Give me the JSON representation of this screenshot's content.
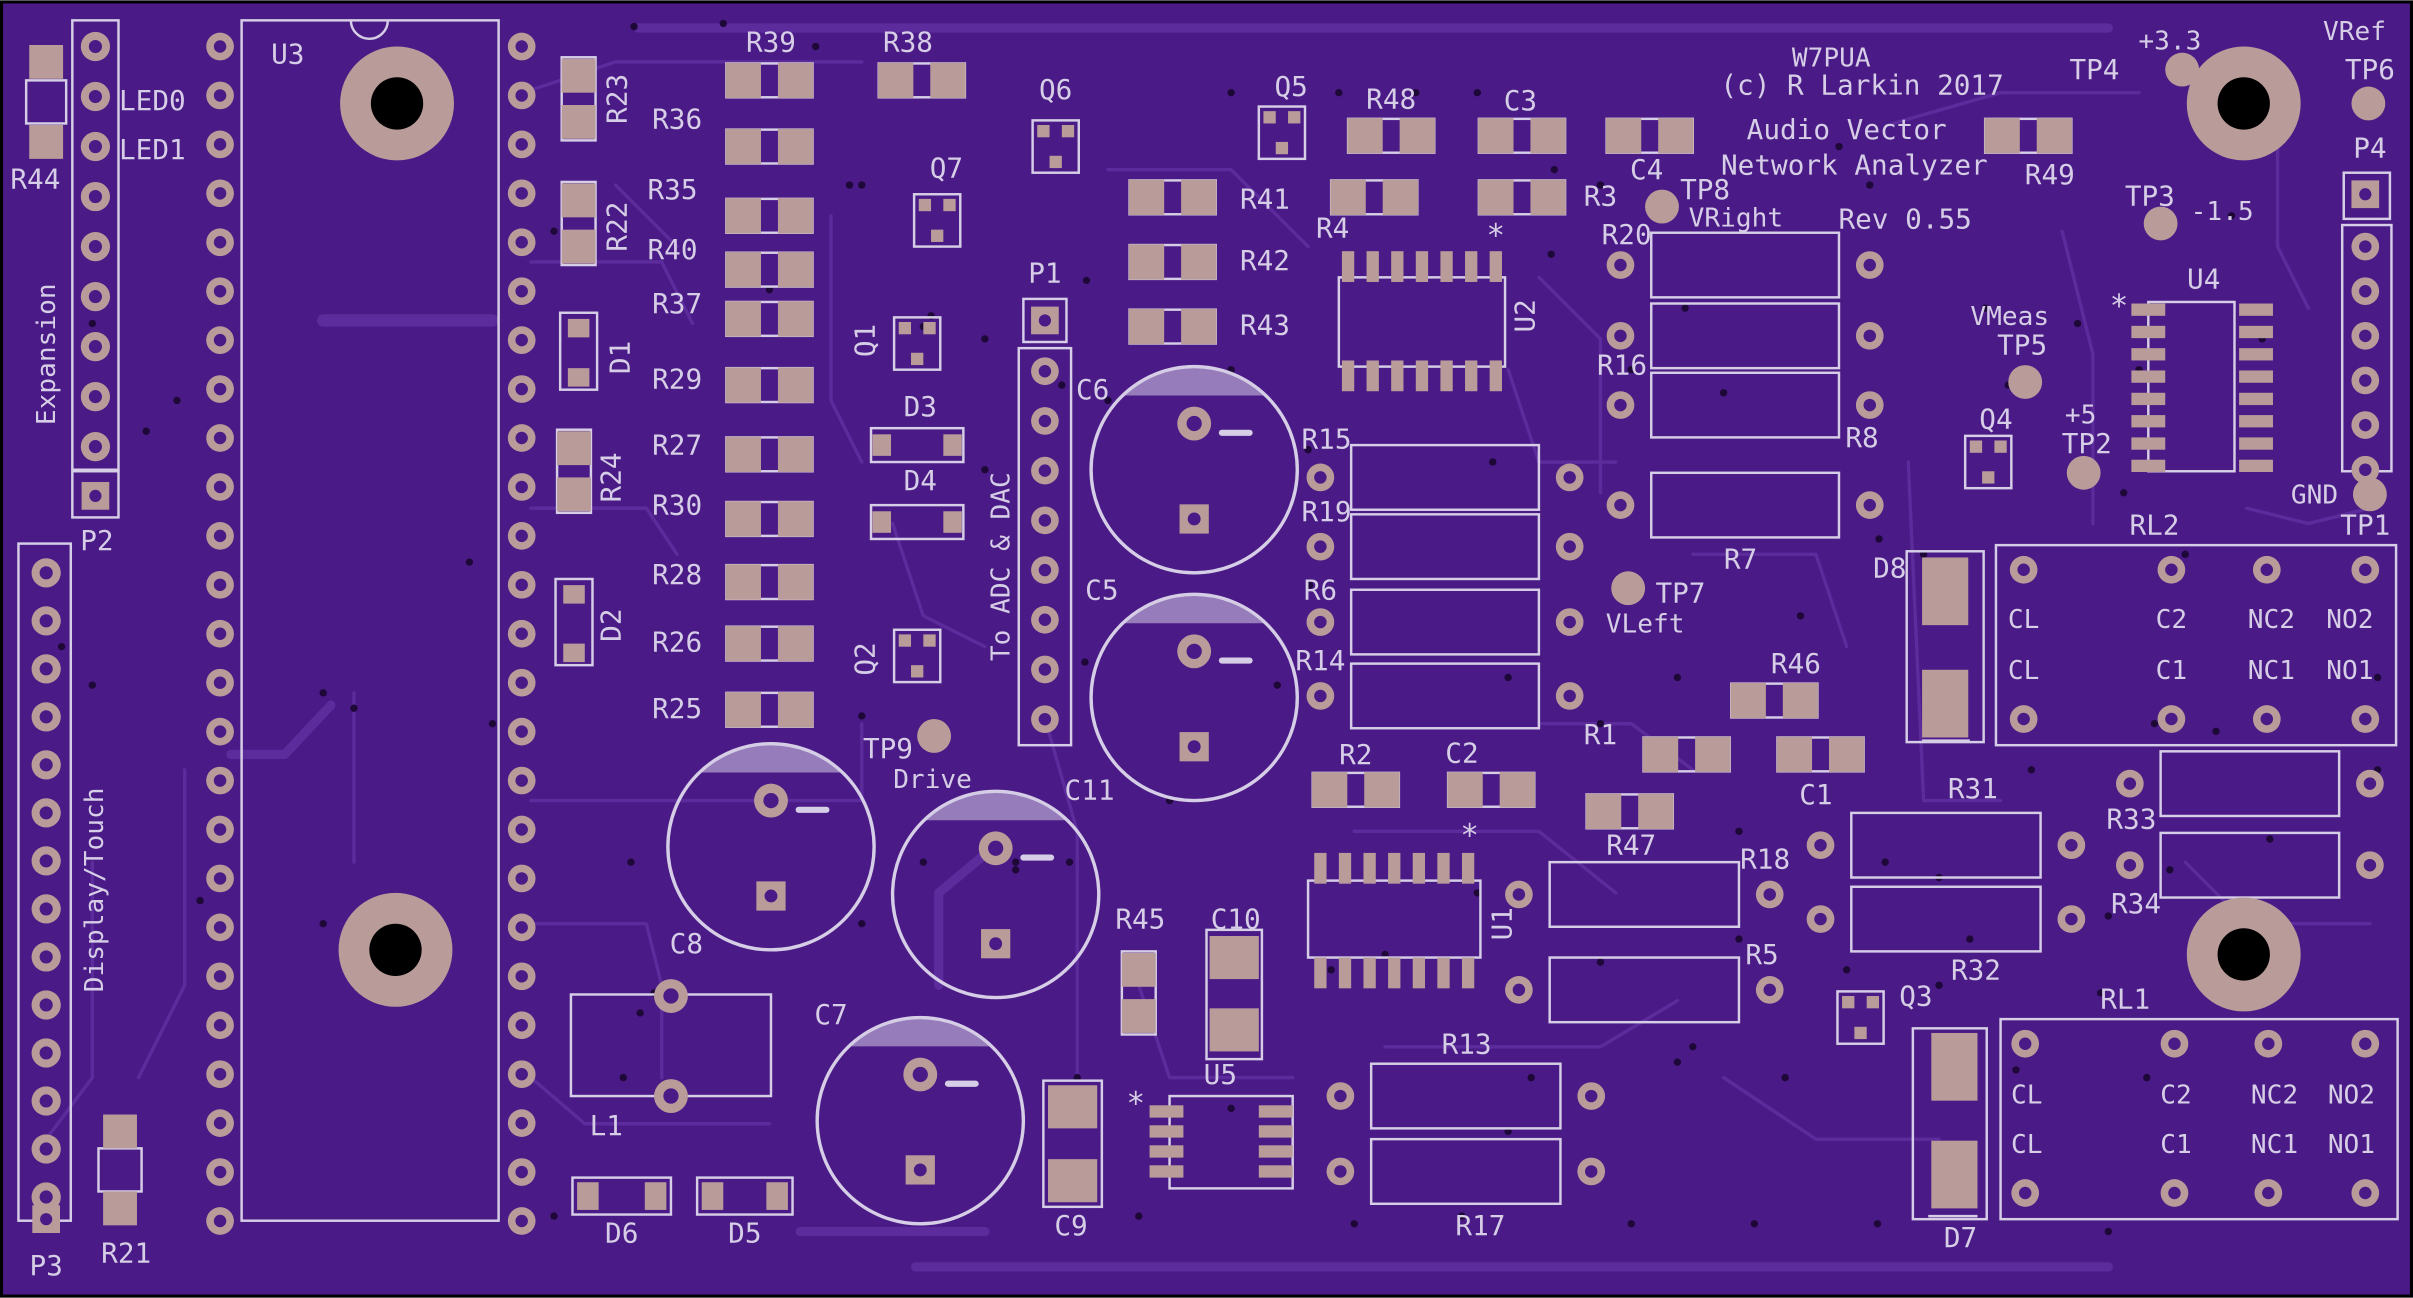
{
  "colors": {
    "background": "#ffffff",
    "board": "#4a1a86",
    "board_edge": "#000000",
    "trace": "#5c2c9c",
    "silk": "#d6cde6",
    "pad": "#b99c9a",
    "drill": "#000000"
  },
  "header": {
    "author_call": "W7PUA",
    "copyright": "(c) R Larkin 2017",
    "title_line1": "Audio Vector",
    "title_line2": "Network Analyzer",
    "revision": "Rev 0.55"
  },
  "edge_labels": {
    "expansion": "Expansion",
    "display_touch": "Display/Touch",
    "adc_dac": "To ADC & DAC"
  },
  "relay_pins": {
    "cl": "CL",
    "c1": "C1",
    "c2": "C2",
    "nc1": "NC1",
    "nc2": "NC2",
    "no1": "NO1",
    "no2": "NO2"
  },
  "test_points": {
    "plus33": "+3.3",
    "vref": "VRef",
    "vright": "VRight",
    "minus15": "-1.5",
    "vmeas": "VMeas",
    "plus5": "+5",
    "gnd": "GND",
    "vleft": "VLeft",
    "drive": "Drive"
  },
  "refs": {
    "U1": "U1",
    "U2": "U2",
    "U3": "U3",
    "U4": "U4",
    "U5": "U5",
    "Q1": "Q1",
    "Q2": "Q2",
    "Q3": "Q3",
    "Q4": "Q4",
    "Q5": "Q5",
    "Q6": "Q6",
    "Q7": "Q7",
    "D1": "D1",
    "D2": "D2",
    "D3": "D3",
    "D4": "D4",
    "D5": "D5",
    "D6": "D6",
    "D7": "D7",
    "D8": "D8",
    "C1": "C1",
    "C2": "C2",
    "C3": "C3",
    "C4": "C4",
    "C5": "C5",
    "C6": "C6",
    "C7": "C7",
    "C8": "C8",
    "C9": "C9",
    "C10": "C10",
    "C11": "C11",
    "L1": "L1",
    "RL1": "RL1",
    "RL2": "RL2",
    "P1": "P1",
    "P2": "P2",
    "P3": "P3",
    "P4": "P4",
    "LED0": "LED0",
    "LED1": "LED1",
    "TP1": "TP1",
    "TP2": "TP2",
    "TP3": "TP3",
    "TP4": "TP4",
    "TP5": "TP5",
    "TP6": "TP6",
    "TP7": "TP7",
    "TP8": "TP8",
    "TP9": "TP9",
    "R1": "R1",
    "R2": "R2",
    "R3": "R3",
    "R4": "R4",
    "R5": "R5",
    "R6": "R6",
    "R7": "R7",
    "R8": "R8",
    "R13": "R13",
    "R14": "R14",
    "R15": "R15",
    "R16": "R16",
    "R17": "R17",
    "R18": "R18",
    "R19": "R19",
    "R20": "R20",
    "R21": "R21",
    "R22": "R22",
    "R23": "R23",
    "R24": "R24",
    "R25": "R25",
    "R26": "R26",
    "R27": "R27",
    "R28": "R28",
    "R29": "R29",
    "R30": "R30",
    "R31": "R31",
    "R32": "R32",
    "R33": "R33",
    "R34": "R34",
    "R35": "R35",
    "R36": "R36",
    "R37": "R37",
    "R38": "R38",
    "R39": "R39",
    "R40": "R40",
    "R41": "R41",
    "R42": "R42",
    "R43": "R43",
    "R44": "R44",
    "R45": "R45",
    "R46": "R46",
    "R47": "R47",
    "R48": "R48",
    "R49": "R49"
  },
  "pin1_marker": "*"
}
